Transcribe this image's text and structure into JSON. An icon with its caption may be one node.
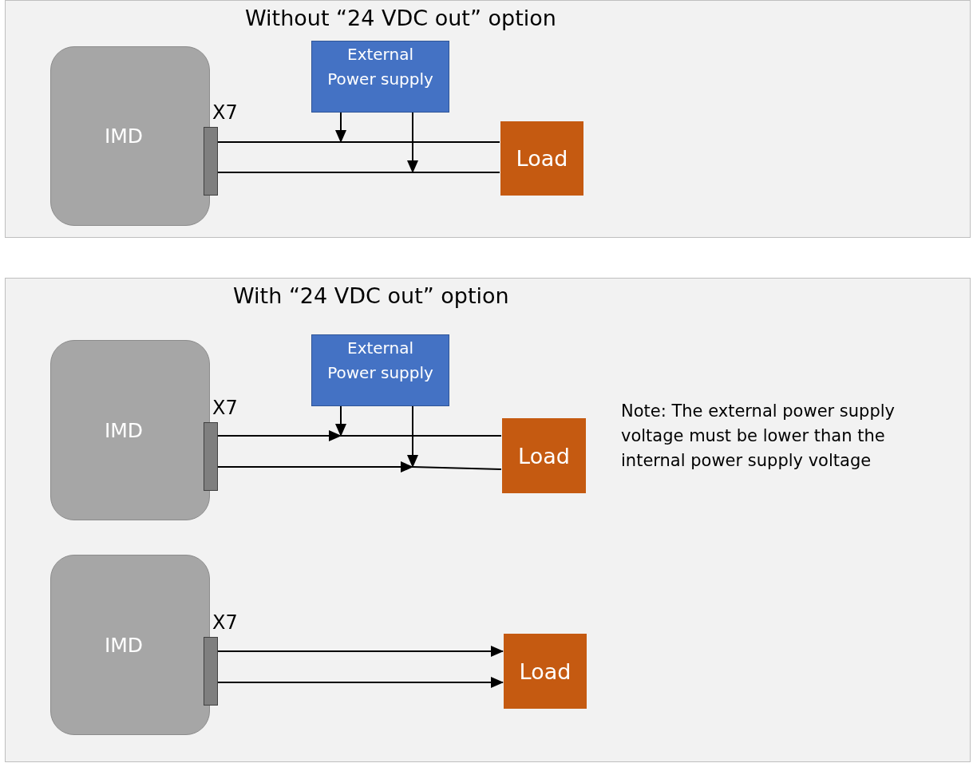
{
  "diagram": {
    "nodes": [
      {
        "text": [
          "Without “24 VDC out” option"
        ]
      },
      {
        "text": [
          "IMD"
        ],
        "in": 0
      },
      {
        "text": [],
        "shape": "bar",
        "beside": [
          "X7"
        ],
        "in": 0
      },
      {
        "text": [
          "External Power supply"
        ],
        "in": 0
      },
      {
        "text": [
          "Load"
        ],
        "in": 0
      },
      {
        "text": [
          "With “24 VDC out” option"
        ]
      },
      {
        "text": [
          "IMD"
        ],
        "in": 5
      },
      {
        "text": [],
        "shape": "bar",
        "beside": [
          "X7"
        ],
        "in": 5
      },
      {
        "text": [
          "External Power supply"
        ],
        "in": 5
      },
      {
        "text": [
          "Load"
        ],
        "in": 5
      },
      {
        "text": [
          "IMD"
        ],
        "in": 5
      },
      {
        "text": [],
        "shape": "bar",
        "beside": [
          "X7"
        ],
        "in": 5
      },
      {
        "text": [
          "Load"
        ],
        "in": 5
      }
    ],
    "edges": [
      {
        "from": 2,
        "to": 4,
        "arrow": "none"
      },
      {
        "from": 2,
        "to": 4,
        "arrow": "none"
      },
      {
        "from": 3,
        "to": null,
        "arrow": "to"
      },
      {
        "from": 3,
        "to": null,
        "arrow": "to"
      },
      {
        "from": 7,
        "to": null,
        "arrow": "to"
      },
      {
        "from": 7,
        "to": null,
        "arrow": "to"
      },
      {
        "from": 8,
        "to": null,
        "arrow": "to"
      },
      {
        "from": 8,
        "to": null,
        "arrow": "to"
      },
      {
        "from": null,
        "to": 9,
        "arrow": "none"
      },
      {
        "from": null,
        "to": 9,
        "arrow": "none"
      },
      {
        "from": 11,
        "to": 12,
        "arrow": "to"
      },
      {
        "from": 11,
        "to": 12,
        "arrow": "to"
      }
    ],
    "labels": [
      "Note: The external power supply voltage must be lower than the internal power supply voltage"
    ]
  }
}
